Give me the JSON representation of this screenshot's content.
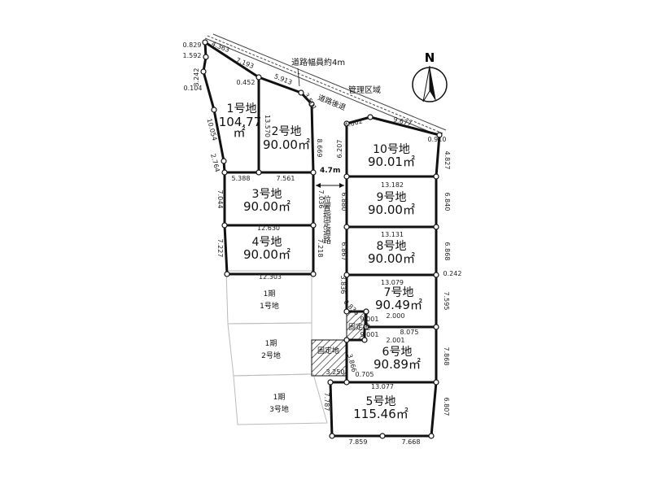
{
  "compass": {
    "label": "N"
  },
  "road": {
    "width_note": "道路幅員約4m",
    "management": "管理区域",
    "kind": "道路後退",
    "private_road": "位置指定道路",
    "private_width": "4.7m"
  },
  "lots": {
    "l1": {
      "num": "1号地",
      "area": "104.77",
      "unit": "㎡"
    },
    "l2": {
      "num": "2号地",
      "area": "90.00㎡"
    },
    "l3": {
      "num": "3号地",
      "area": "90.00㎡"
    },
    "l4": {
      "num": "4号地",
      "area": "90.00㎡"
    },
    "l5": {
      "num": "5号地",
      "area": "115.46㎡"
    },
    "l6": {
      "num": "6号地",
      "area": "90.89㎡"
    },
    "l7": {
      "num": "7号地",
      "area": "90.49㎡"
    },
    "l8": {
      "num": "8号地",
      "area": "90.00㎡"
    },
    "l9": {
      "num": "9号地",
      "area": "90.00㎡"
    },
    "l10": {
      "num": "10号地",
      "area": "90.01㎡"
    }
  },
  "phase1": {
    "p1": {
      "a": "1期",
      "b": "1号地"
    },
    "p2": {
      "a": "1期",
      "b": "2号地"
    },
    "p3": {
      "a": "1期",
      "b": "3号地"
    }
  },
  "special": {
    "fixed_left": "固定地",
    "fixed_right": "固定地"
  },
  "dims": {
    "d0829": "0.829",
    "d1592": "1.592",
    "d4363": "4.363",
    "d3242": "3.242",
    "d0104": "0.104",
    "d7193": "7.193",
    "d0452": "0.452",
    "d5913": "5.913",
    "d3501": "3.501",
    "d10054": "10.054",
    "d13570": "13.570",
    "d8669": "8.669",
    "d2764": "2.764",
    "d5388": "5.388",
    "d7561": "7.561",
    "d7044": "7.044",
    "d7036": "7.036",
    "d12630": "12.630",
    "d7227": "7.227",
    "d7218": "7.218",
    "d12303": "12.303",
    "d4002": "4.002",
    "d9677": "9.677",
    "d0910": "0.910",
    "d6207": "6.207",
    "d4827": "4.827",
    "d13182": "13.182",
    "d6880": "6.880",
    "d6840": "6.840",
    "d13131": "13.131",
    "d6867": "6.867",
    "d6868": "6.868",
    "d0242": "0.242",
    "d13079": "13.079",
    "d3836": "3.836",
    "d7595": "7.595",
    "d2000": "2.000",
    "d2001": "2.001",
    "d8075": "8.075",
    "d7868": "7.868",
    "d3866": "3.866",
    "d0705": "0.705",
    "d13077": "13.077",
    "d7787": "7.787",
    "d6807": "6.807",
    "d7859": "7.859",
    "d7668": "7.668",
    "d9001a": "9.001",
    "d9001b": "9.001",
    "d0836": "0.836",
    "d3250": "3.250"
  }
}
